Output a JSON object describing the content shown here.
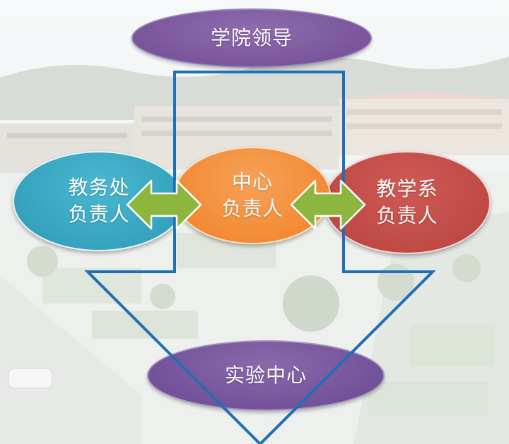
{
  "nodes": {
    "leadership": "学院领导",
    "academic_affairs": "教务处\n负责人",
    "center": "中心\n负责人",
    "department": "教学系\n负责人",
    "lab_center": "实验中心"
  },
  "colors": {
    "leadership": "#7a559c",
    "academic_affairs": "#35a3bd",
    "center": "#f28a33",
    "department": "#bf4a45",
    "lab_center": "#73529a",
    "connector_arrow": "#8db63f",
    "flow_arrow": "#1f6fb5"
  },
  "icons": {
    "connector": "double-headed-arrow",
    "flow": "down-arrow-outline"
  }
}
